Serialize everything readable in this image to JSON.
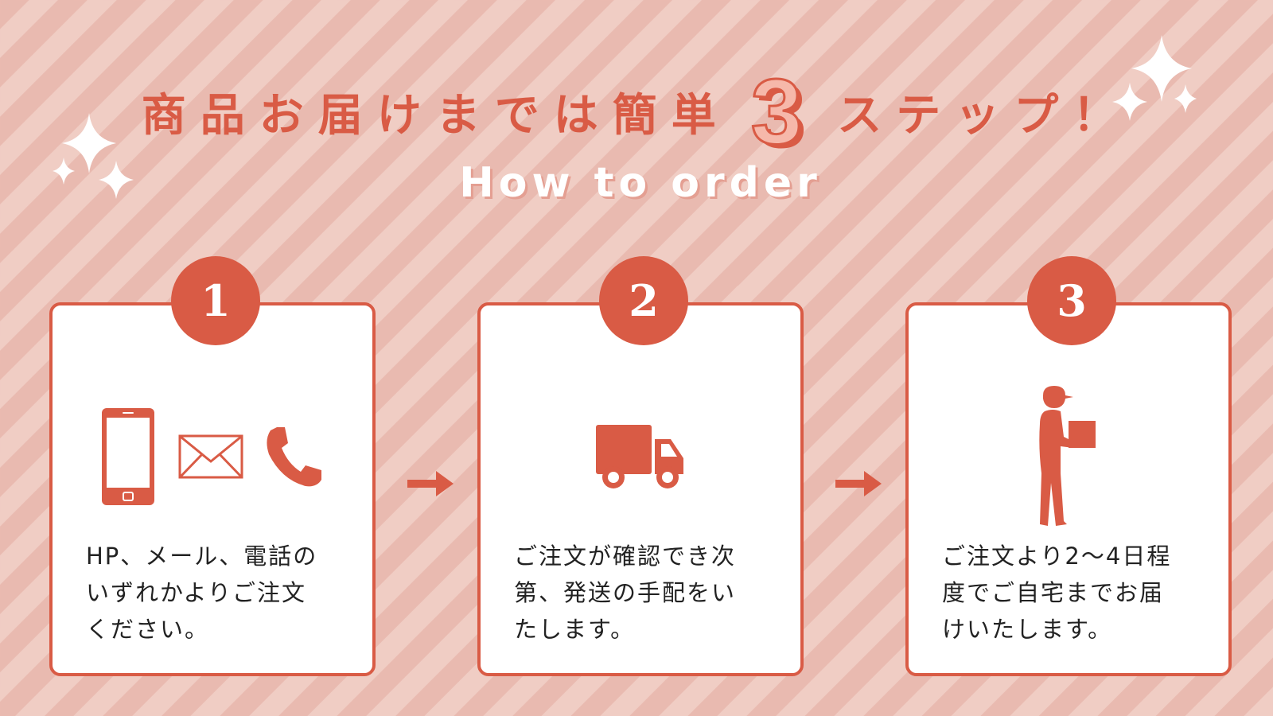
{
  "title": {
    "ja_before": "商品お届けまでは簡単",
    "number": "3",
    "ja_after": "ステップ！",
    "en": "How to order"
  },
  "steps": [
    {
      "number": "1",
      "lines": [
        "HP、メール、電話の",
        "いずれかよりご注文",
        "ください。"
      ],
      "icons": [
        "smartphone-icon",
        "envelope-icon",
        "phone-handset-icon"
      ]
    },
    {
      "number": "2",
      "lines": [
        "ご注文が確認でき次",
        "第、発送の手配をい",
        "たします。"
      ],
      "icons": [
        "delivery-truck-icon"
      ]
    },
    {
      "number": "3",
      "lines": [
        "ご注文より2～4日程",
        "度でご自宅までお届",
        "けいたします。"
      ],
      "icons": [
        "delivery-person-icon"
      ]
    }
  ],
  "colors": {
    "accent": "#d95b45",
    "background_light": "#f0cdc4",
    "background_dark": "#e9bab0",
    "card": "#ffffff",
    "text": "#222222"
  }
}
